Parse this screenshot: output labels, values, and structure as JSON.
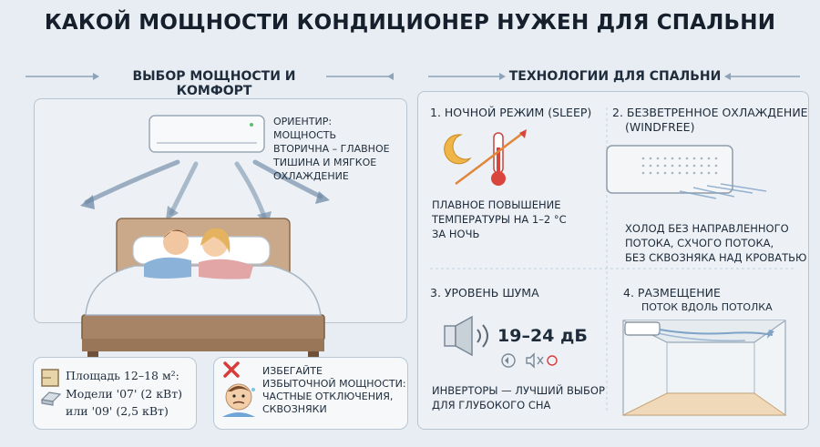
{
  "title": "КАКОЙ МОЩНОСТИ КОНДИЦИОНЕР НУЖЕН ДЛЯ СПАЛЬНИ",
  "left": {
    "heading": "ВЫБОР МОЩНОСТИ И КОМФОРТ",
    "note": "ОРИЕНТИР: МОЩНОСТЬ ВТОРИЧНА – ГЛАВНОЕ ТИШИНА И МЯГКОЕ ОХЛАЖДЕНИЕ",
    "area_line1": "Площадь 12–18 м²:",
    "area_line2": "Модели '07' (2 кВт)",
    "area_line3": "или '09' (2,5 кВт)",
    "warn_line1": "ИЗБЕГАЙТЕ",
    "warn_line2": "ИЗБЫТОЧНОЙ МОЩНОСТИ:",
    "warn_line3": "ЧАСТНЫЕ ОТКЛЮЧЕНИЯ,",
    "warn_line4": "СКВОЗНЯКИ"
  },
  "right": {
    "heading": "ТЕХНОЛОГИИ ДЛЯ СПАЛЬНИ",
    "sleep_title": "1. НОЧНОЙ РЕЖИМ (SLEEP)",
    "sleep_text1": "ПЛАВНОЕ ПОВЫШЕНИЕ",
    "sleep_text2": "ТЕМПЕРАТУРЫ НА 1–2 °C",
    "sleep_text3": "ЗА НОЧЬ",
    "windfree_title1": "2. БЕЗВЕТРЕННОЕ ОХЛАЖДЕНИЕ",
    "windfree_title2": "(WINDFREE)",
    "windfree_text1": "ХОЛОД БЕЗ НАПРАВЛЕННОГО",
    "windfree_text2": "ПОТОКА, СХЧОГО ПОТОКА,",
    "windfree_text3": "БЕЗ СКВОЗНЯКА НАД КРОВАТЬЮ",
    "noise_title": "3. УРОВЕНЬ ШУМА",
    "noise_value": "19–24 дБ",
    "noise_text1": "ИНВЕРТОРЫ — ЛУЧШИЙ ВЫБОР",
    "noise_text2": "ДЛЯ ГЛУБОКОГО СНА",
    "place_title": "4. РАЗМЕЩЕНИЕ",
    "place_text": "ПОТОК ВДОЛЬ ПОТОЛКА"
  },
  "colors": {
    "accent_blue": "#2f6fb0",
    "warm_orange": "#e0873a",
    "warning_red": "#d93b3b"
  }
}
